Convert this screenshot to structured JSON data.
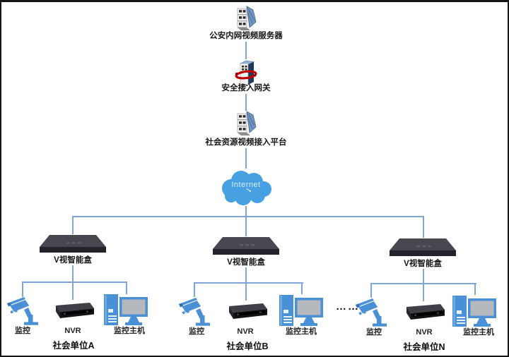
{
  "diagram_title": "video-surveillance-access-topology",
  "nodes": {
    "police_server": {
      "label": "公安内网视频服务器",
      "icon": "server-icon"
    },
    "gateway": {
      "label": "安全接入网关",
      "icon": "secure-gateway-icon"
    },
    "platform": {
      "label": "社会资源视频接入平台",
      "icon": "server-icon"
    },
    "cloud": {
      "label": "Internet",
      "icon": "cloud-icon"
    }
  },
  "smartbox": {
    "label": "V视智能盒",
    "icon": "appliance-box-icon"
  },
  "units": [
    {
      "name": "社会单位A",
      "camera": "监控",
      "nvr": "NVR",
      "host": "监控主机"
    },
    {
      "name": "社会单位B",
      "camera": "监控",
      "nvr": "NVR",
      "host": "监控主机"
    },
    {
      "name": "社会单位N",
      "camera": "监控",
      "nvr": "NVR",
      "host": "监控主机"
    }
  ],
  "ellipsis": "……",
  "colors": {
    "connector_line": "#7fa4d8",
    "cloud_fill": "#47a0e2",
    "device_blue": "#4a90d6",
    "screen_gray": "#b5b8bc",
    "box_top": "#47474f",
    "box_front": "#23232b",
    "gateway_band_red": "#c00000"
  }
}
